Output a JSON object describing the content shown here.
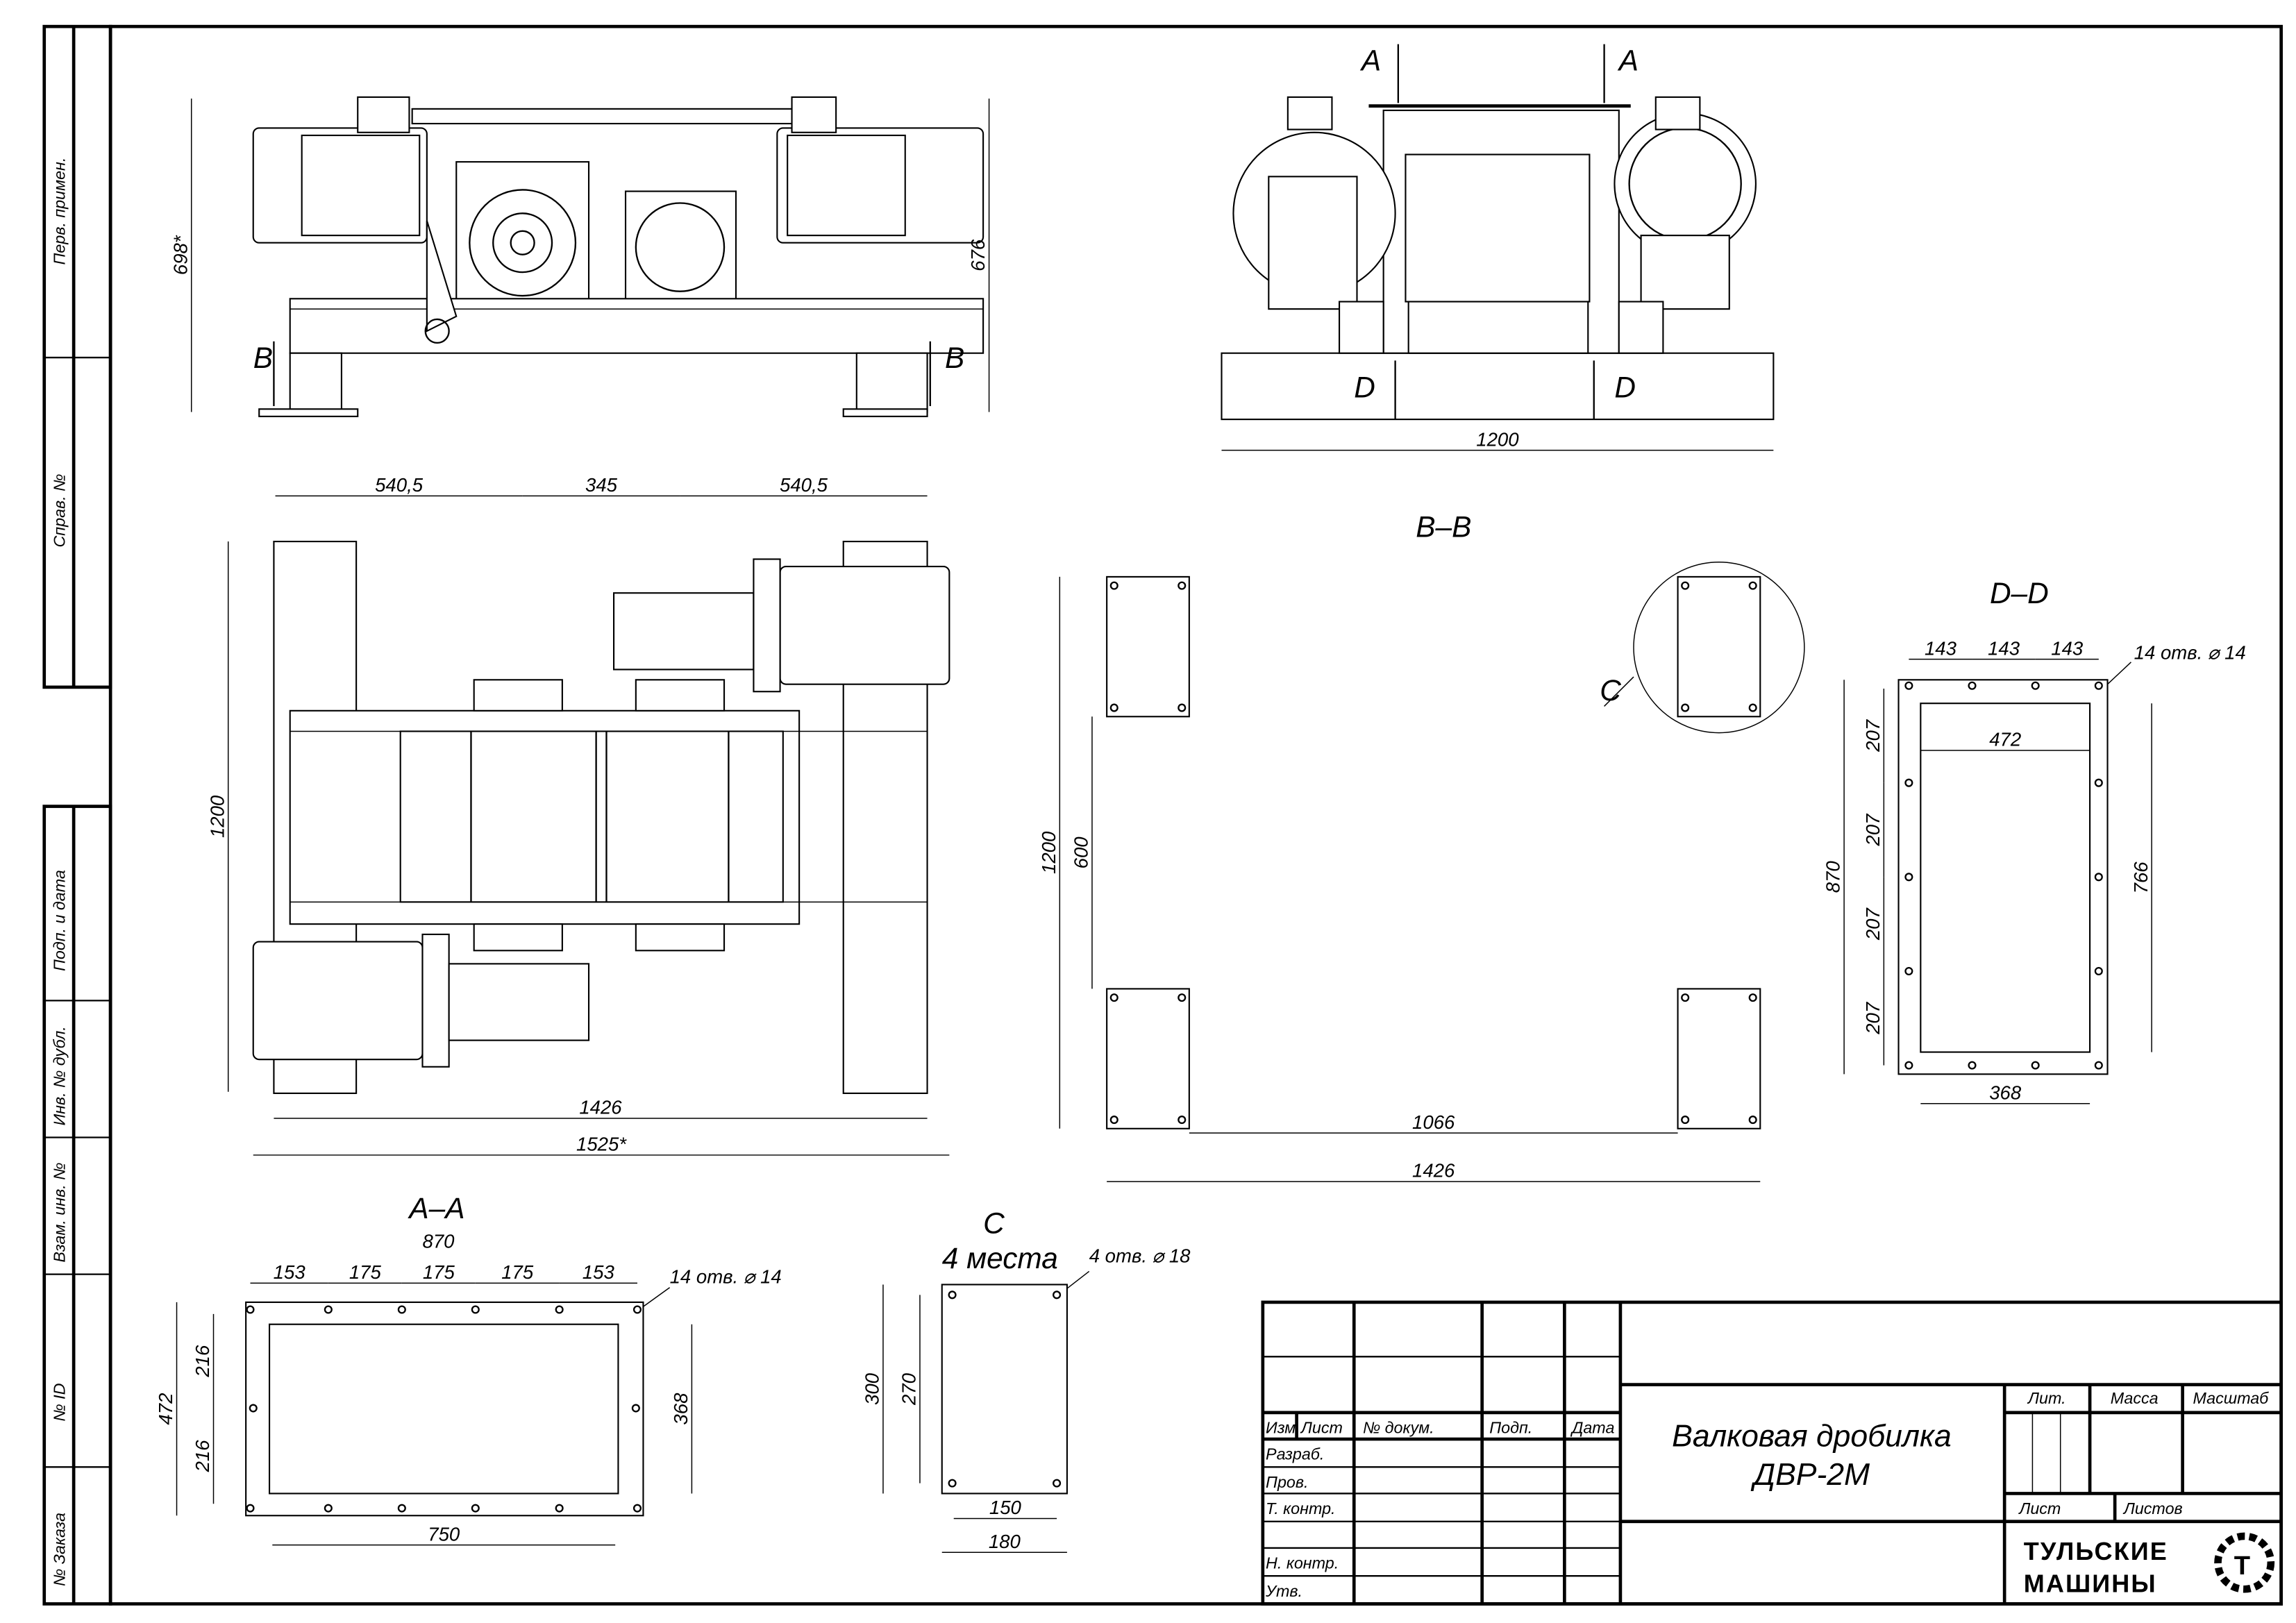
{
  "sheet": {
    "margin_labels": [
      "Перв. примен.",
      "Справ. №",
      "Подп. и дата",
      "Инв. № дубл.",
      "Взам. инв. №",
      "№ ID",
      "№ Заказа"
    ]
  },
  "front_view": {
    "section_marks": [
      "B",
      "B"
    ],
    "dims": {
      "height_overall": "698*",
      "height": "676",
      "left": "540,5",
      "mid": "345",
      "right": "540,5"
    }
  },
  "side_view": {
    "section_marks_top": [
      "A",
      "A"
    ],
    "section_marks_bottom": [
      "D",
      "D"
    ],
    "dims": {
      "width": "1200"
    }
  },
  "plan_view": {
    "dims": {
      "depth": "1200",
      "length": "1426",
      "length_overall": "1525*"
    }
  },
  "section_bb": {
    "title": "B–B",
    "detail_label": "C",
    "dims": {
      "depth": "1200",
      "inner": "600",
      "inner_span": "1066",
      "span": "1426"
    }
  },
  "section_dd": {
    "title": "D–D",
    "hole_note": "14 отв. ⌀ 14",
    "dims": {
      "p1": "143",
      "p2": "143",
      "p3": "143",
      "inner_w": "472",
      "outer_h": "870",
      "r1": "207",
      "r2": "207",
      "r3": "207",
      "r4": "207",
      "inner_h": "766",
      "bottom_w": "368"
    }
  },
  "section_aa": {
    "title": "A–A",
    "width_label": "870",
    "hole_note": "14 отв. ⌀ 14",
    "dims": {
      "p1": "153",
      "p2": "175",
      "p3": "175",
      "p4": "175",
      "p5": "153",
      "outer_h": "472",
      "h1": "216",
      "h2": "216",
      "inner_h": "368",
      "inner_w": "750"
    }
  },
  "detail_c": {
    "title": "C",
    "count": "4 места",
    "hole_note": "4 отв. ⌀ 18",
    "dims": {
      "h_outer": "300",
      "h_inner": "270",
      "w_inner": "150",
      "w_outer": "180"
    }
  },
  "title_block": {
    "cols": {
      "izm": "Изм.",
      "list": "Лист",
      "doc": "№ докум.",
      "sign": "Подп.",
      "date": "Дата"
    },
    "rows": {
      "razrab": "Разраб.",
      "prov": "Пров.",
      "tkontr": "Т. контр.",
      "nkontr": "Н. контр.",
      "utv": "Утв."
    },
    "title_line1": "Валковая дробилка",
    "title_line2": "ДВР-2М",
    "lit": "Лит.",
    "mass": "Масса",
    "scale": "Масштаб",
    "sheet": "Лист",
    "sheets": "Листов",
    "company_line1": "ТУЛЬСКИЕ",
    "company_line2": "МАШИНЫ"
  }
}
